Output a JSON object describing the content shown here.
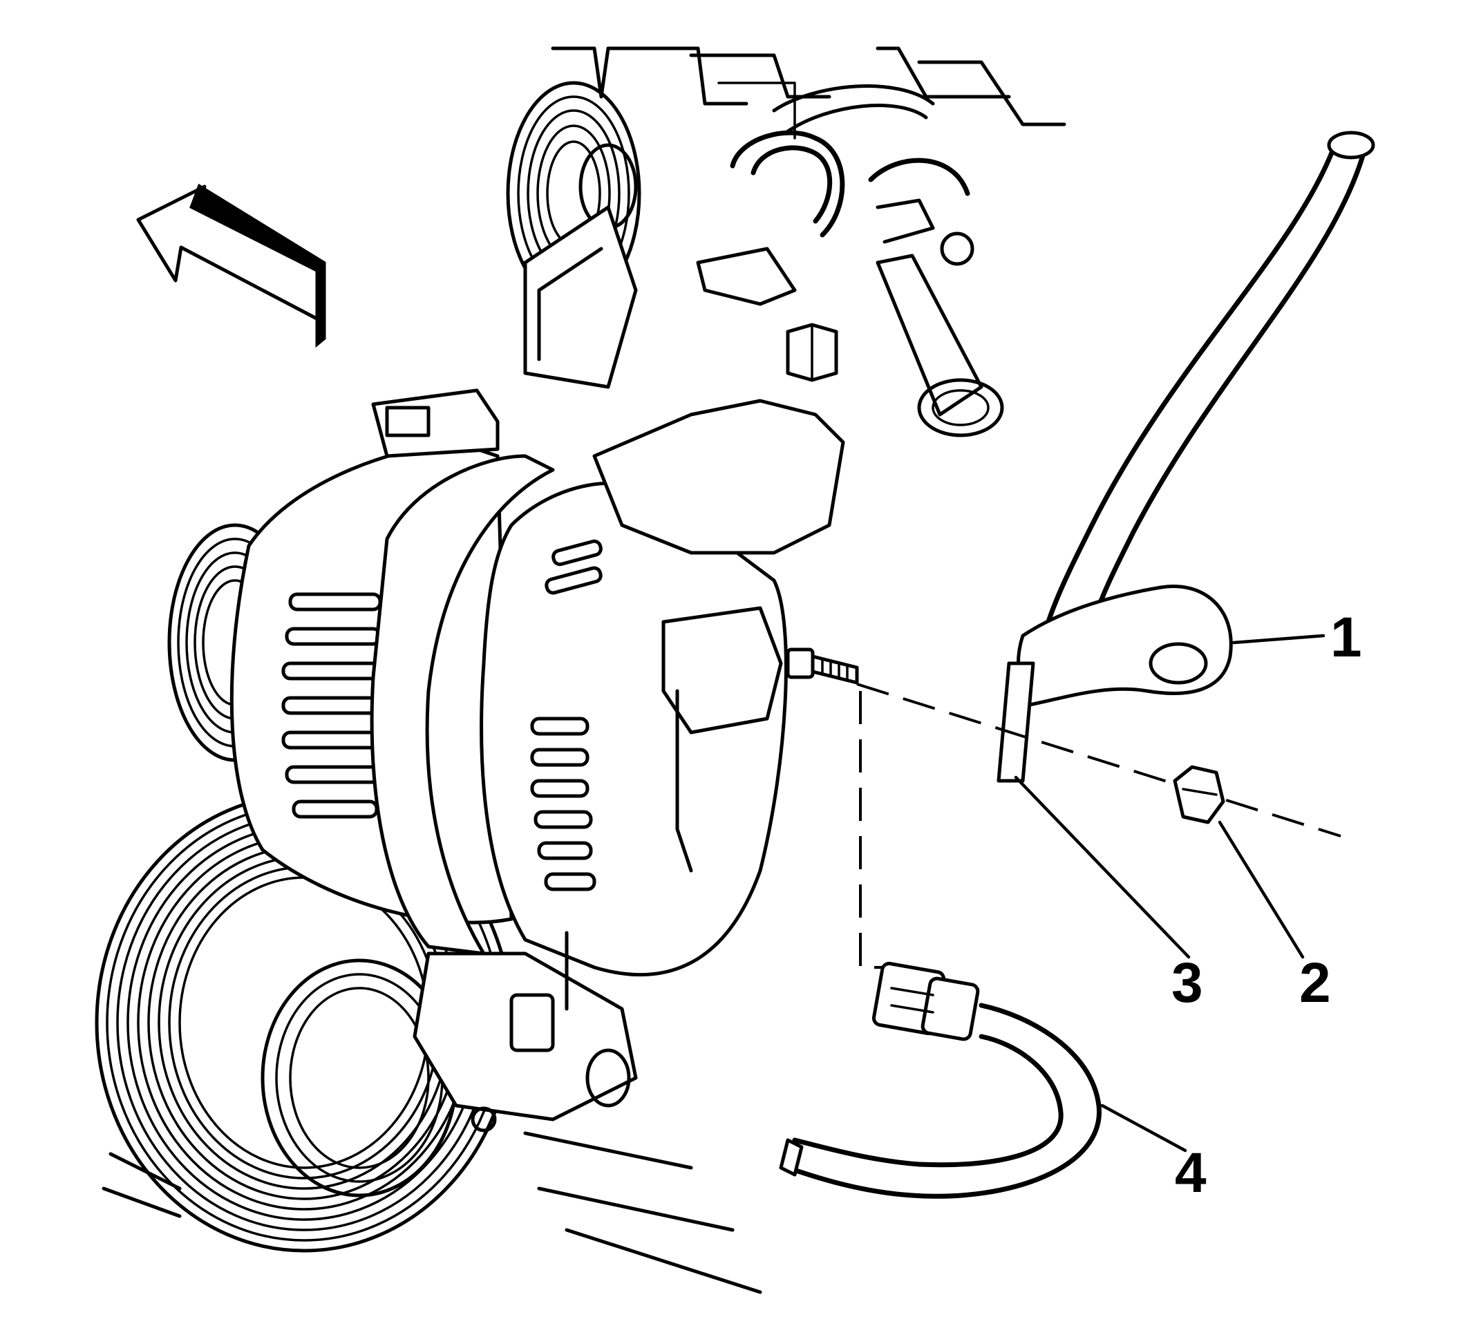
{
  "diagram": {
    "callouts": [
      {
        "id": "1",
        "text": "1"
      },
      {
        "id": "2",
        "text": "2"
      },
      {
        "id": "3",
        "text": "3"
      },
      {
        "id": "4",
        "text": "4"
      }
    ],
    "components": [
      "direction-arrow-icon",
      "engine-upper-assembly",
      "generator",
      "drive-belt-pulley",
      "battery-positive-cable",
      "terminal-nut",
      "terminal-stud",
      "generator-harness-connector"
    ]
  }
}
